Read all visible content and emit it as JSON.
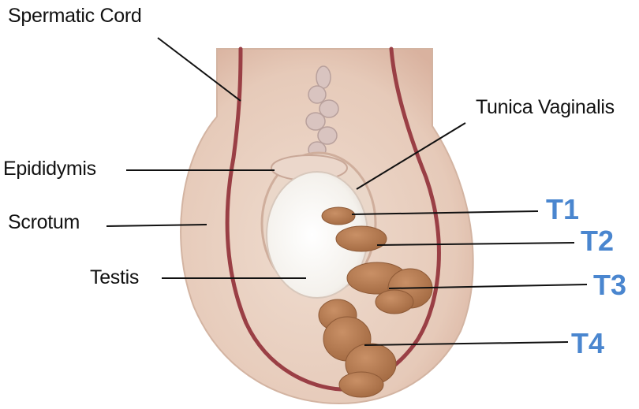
{
  "labels": {
    "spermatic_cord": "Spermatic Cord",
    "tunica_vaginalis": "Tunica Vaginalis",
    "epididymis": "Epididymis",
    "scrotum": "Scrotum",
    "testis": "Testis"
  },
  "stages": {
    "t1": "T1",
    "t2": "T2",
    "t3": "T3",
    "t4": "T4"
  },
  "colors": {
    "scrotum_fill": "#e8cfc0",
    "scrotum_outline": "#d7b8a6",
    "vessel": "#9a3f45",
    "testis": "#f7f5f2",
    "tumor": "#b67a50",
    "stage_label": "#4a86cf",
    "leader_line": "#111111"
  }
}
